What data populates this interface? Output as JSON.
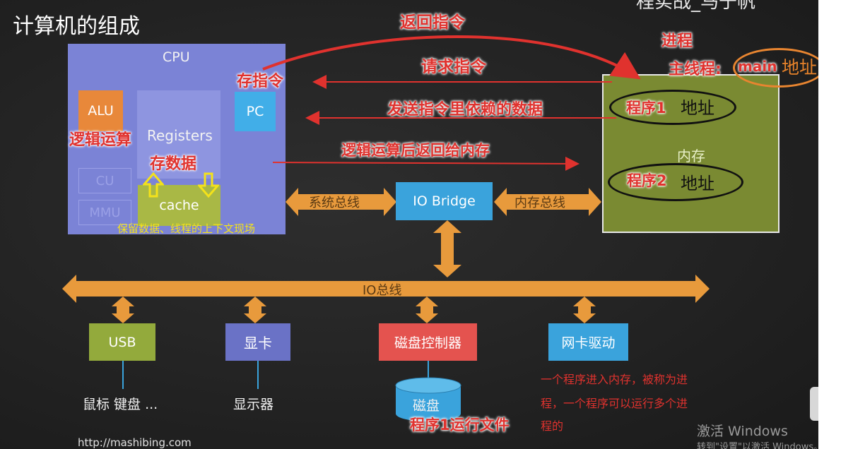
{
  "page_title": "计算机的组成",
  "top_right_cut": "程实战_马于帆",
  "cpu": {
    "title": "CPU",
    "alu": "ALU",
    "registers": "Registers",
    "pc": "PC",
    "cu": "CU",
    "mmu": "MMU",
    "cache": "cache"
  },
  "io_bridge": "IO Bridge",
  "system_bus": "系统总线",
  "memory_bus": "内存总线",
  "io_bus": "IO总线",
  "memory": {
    "label": "内存",
    "program1": "程序1",
    "program2": "程序2",
    "address": "地址"
  },
  "devices": {
    "usb": "USB",
    "gpu": "显卡",
    "disk_controller": "磁盘控制器",
    "nic": "网卡驱动",
    "mouse_keyboard": "鼠标 键盘 ...",
    "monitor": "显示器",
    "disk": "磁盘"
  },
  "annotations": {
    "return_instruction": "返回指令",
    "request_instruction": "请求指令",
    "store_instruction": "存指令",
    "send_data": "发送指令里依赖的数据",
    "logic_return": "逻辑运算后返回给内存",
    "logic_op": "逻辑运算",
    "store_data": "存数据",
    "cache_note": "保留数据、线程的上下文现场",
    "process": "进程",
    "main_thread": "主线程:",
    "main": "main",
    "address": "地址",
    "run_file": "程序1运行文件",
    "process_note_1": "一个程序进入内存，被称为进",
    "process_note_2": "程，一个程序可以运行多个进",
    "process_note_3": "程的"
  },
  "footer_url": "http://mashibing.com",
  "watermark": {
    "line1": "激活 Windows",
    "line2": "转到\"设置\"以激活 Windows。"
  },
  "colors": {
    "cpu_bg": "#7b83d6",
    "alu": "#e8883a",
    "pc": "#41aee8",
    "cache": "#a9b845",
    "memory": "#7a8a32",
    "bus": "#e89a3c",
    "usb": "#93aa3c",
    "gpu": "#6a72c6",
    "disk_controller": "#e4534f",
    "nic": "#3aa3dc",
    "annotation_red": "#e0322e"
  }
}
